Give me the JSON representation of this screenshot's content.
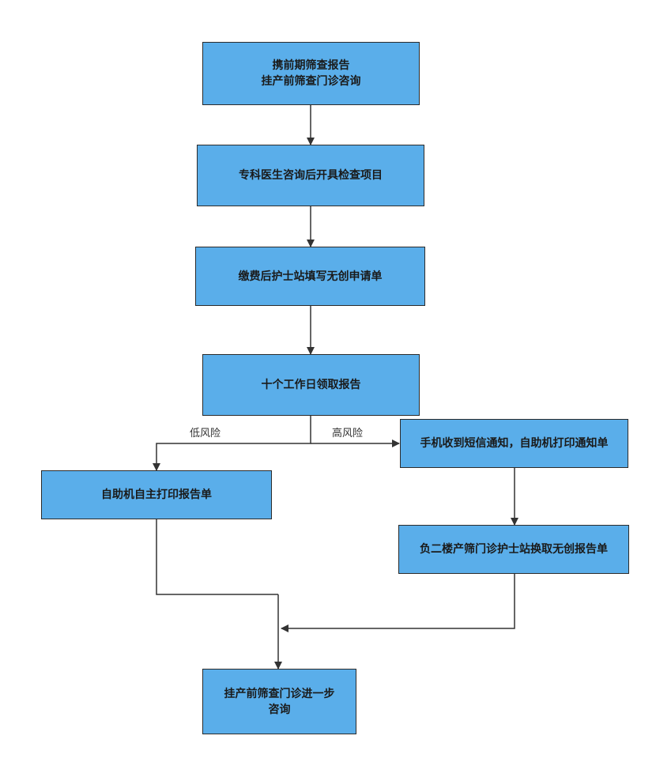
{
  "colors": {
    "box_fill": "#5aaeea",
    "box_border": "#2b2b2b",
    "connector": "#333333"
  },
  "nodes": {
    "n1": "携前期筛查报告\n挂产前筛查门诊咨询",
    "n2": "专科医生咨询后开具检查项目",
    "n3": "缴费后护士站填写无创申请单",
    "n4": "十个工作日领取报告",
    "n5": "手机收到短信通知，自助机打印通知单",
    "n6": "自助机自主打印报告单",
    "n7": "负二楼产筛门诊护士站换取无创报告单",
    "n8": "挂产前筛查门诊进一步\n咨询"
  },
  "edge_labels": {
    "low_risk": "低风险",
    "high_risk": "高风险"
  }
}
